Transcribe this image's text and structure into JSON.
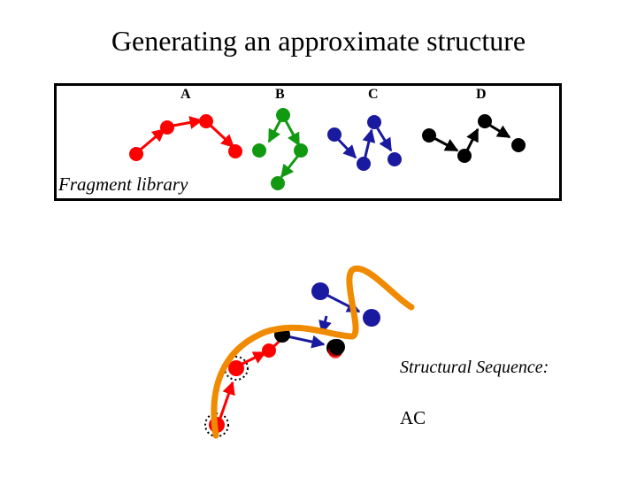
{
  "title": "Generating an approximate structure",
  "fragment_library": {
    "label": "Fragment library",
    "fragments": [
      {
        "id": "A",
        "color": "#ff0000"
      },
      {
        "id": "B",
        "color": "#119911"
      },
      {
        "id": "C",
        "color": "#1a1aa0"
      },
      {
        "id": "D",
        "color": "#000000"
      }
    ]
  },
  "structural_sequence": {
    "label": "Structural Sequence:",
    "value": "AC"
  },
  "colors": {
    "backbone_trace": "#f08a00",
    "border": "#000000"
  }
}
